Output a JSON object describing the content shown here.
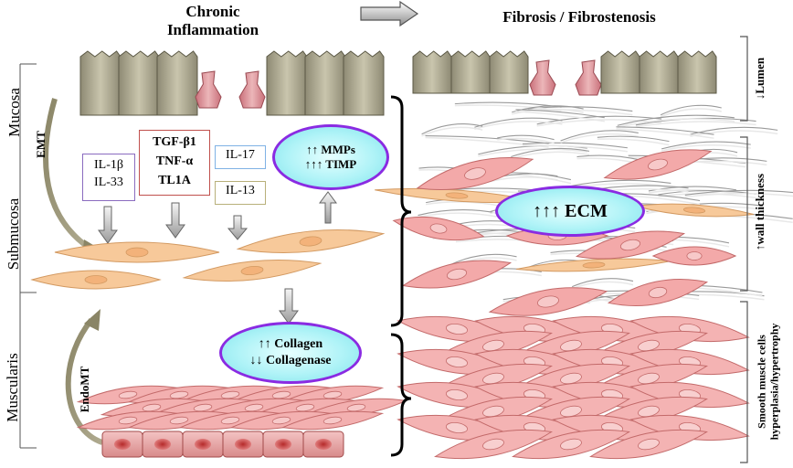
{
  "titles": {
    "left_line1": "Chronic",
    "left_line2": "Inflammation",
    "right": "Fibrosis / Fibrostenosis"
  },
  "layers": {
    "mucosa": "Mucosa",
    "submucosa": "Submucosa",
    "muscularis": "Muscularis"
  },
  "transitions": {
    "emt": "EMT",
    "endomt": "EndoMT"
  },
  "cytokines": {
    "box1_line1": "IL-1β",
    "box1_line2": "IL-33",
    "box2_line1": "TGF-β1",
    "box2_line2": "TNF-α",
    "box2_line3": "TL1A",
    "box3": "IL-17",
    "box4": "IL-13"
  },
  "ellipses": {
    "mmps_line1": "↑↑ MMPs",
    "mmps_line2": "↑↑↑ TIMP",
    "collagen_line1": "↑↑ Collagen",
    "collagen_line2": "↓↓ Collagenase",
    "ecm": "↑↑↑ ECM"
  },
  "right_labels": {
    "lumen": "↓Lumen",
    "wall": "↑wall thickness",
    "smc_line1": "Smooth muscle cells",
    "smc_line2": "hyperplasia/hypertrophy"
  },
  "colors": {
    "epithelium": "#b9b49b",
    "damaged_cell": "#d9868c",
    "fibroblast": "#f5c08a",
    "smooth_muscle": "#f2a6a6",
    "ellipse_border": "#8a2be2",
    "ellipse_fill": "#aff3f7",
    "box_border_blue": "#7fb2e5",
    "box_border_purple": "#8a6bbf",
    "box_border_red": "#c0504d",
    "box_border_olive": "#b8b07a"
  }
}
